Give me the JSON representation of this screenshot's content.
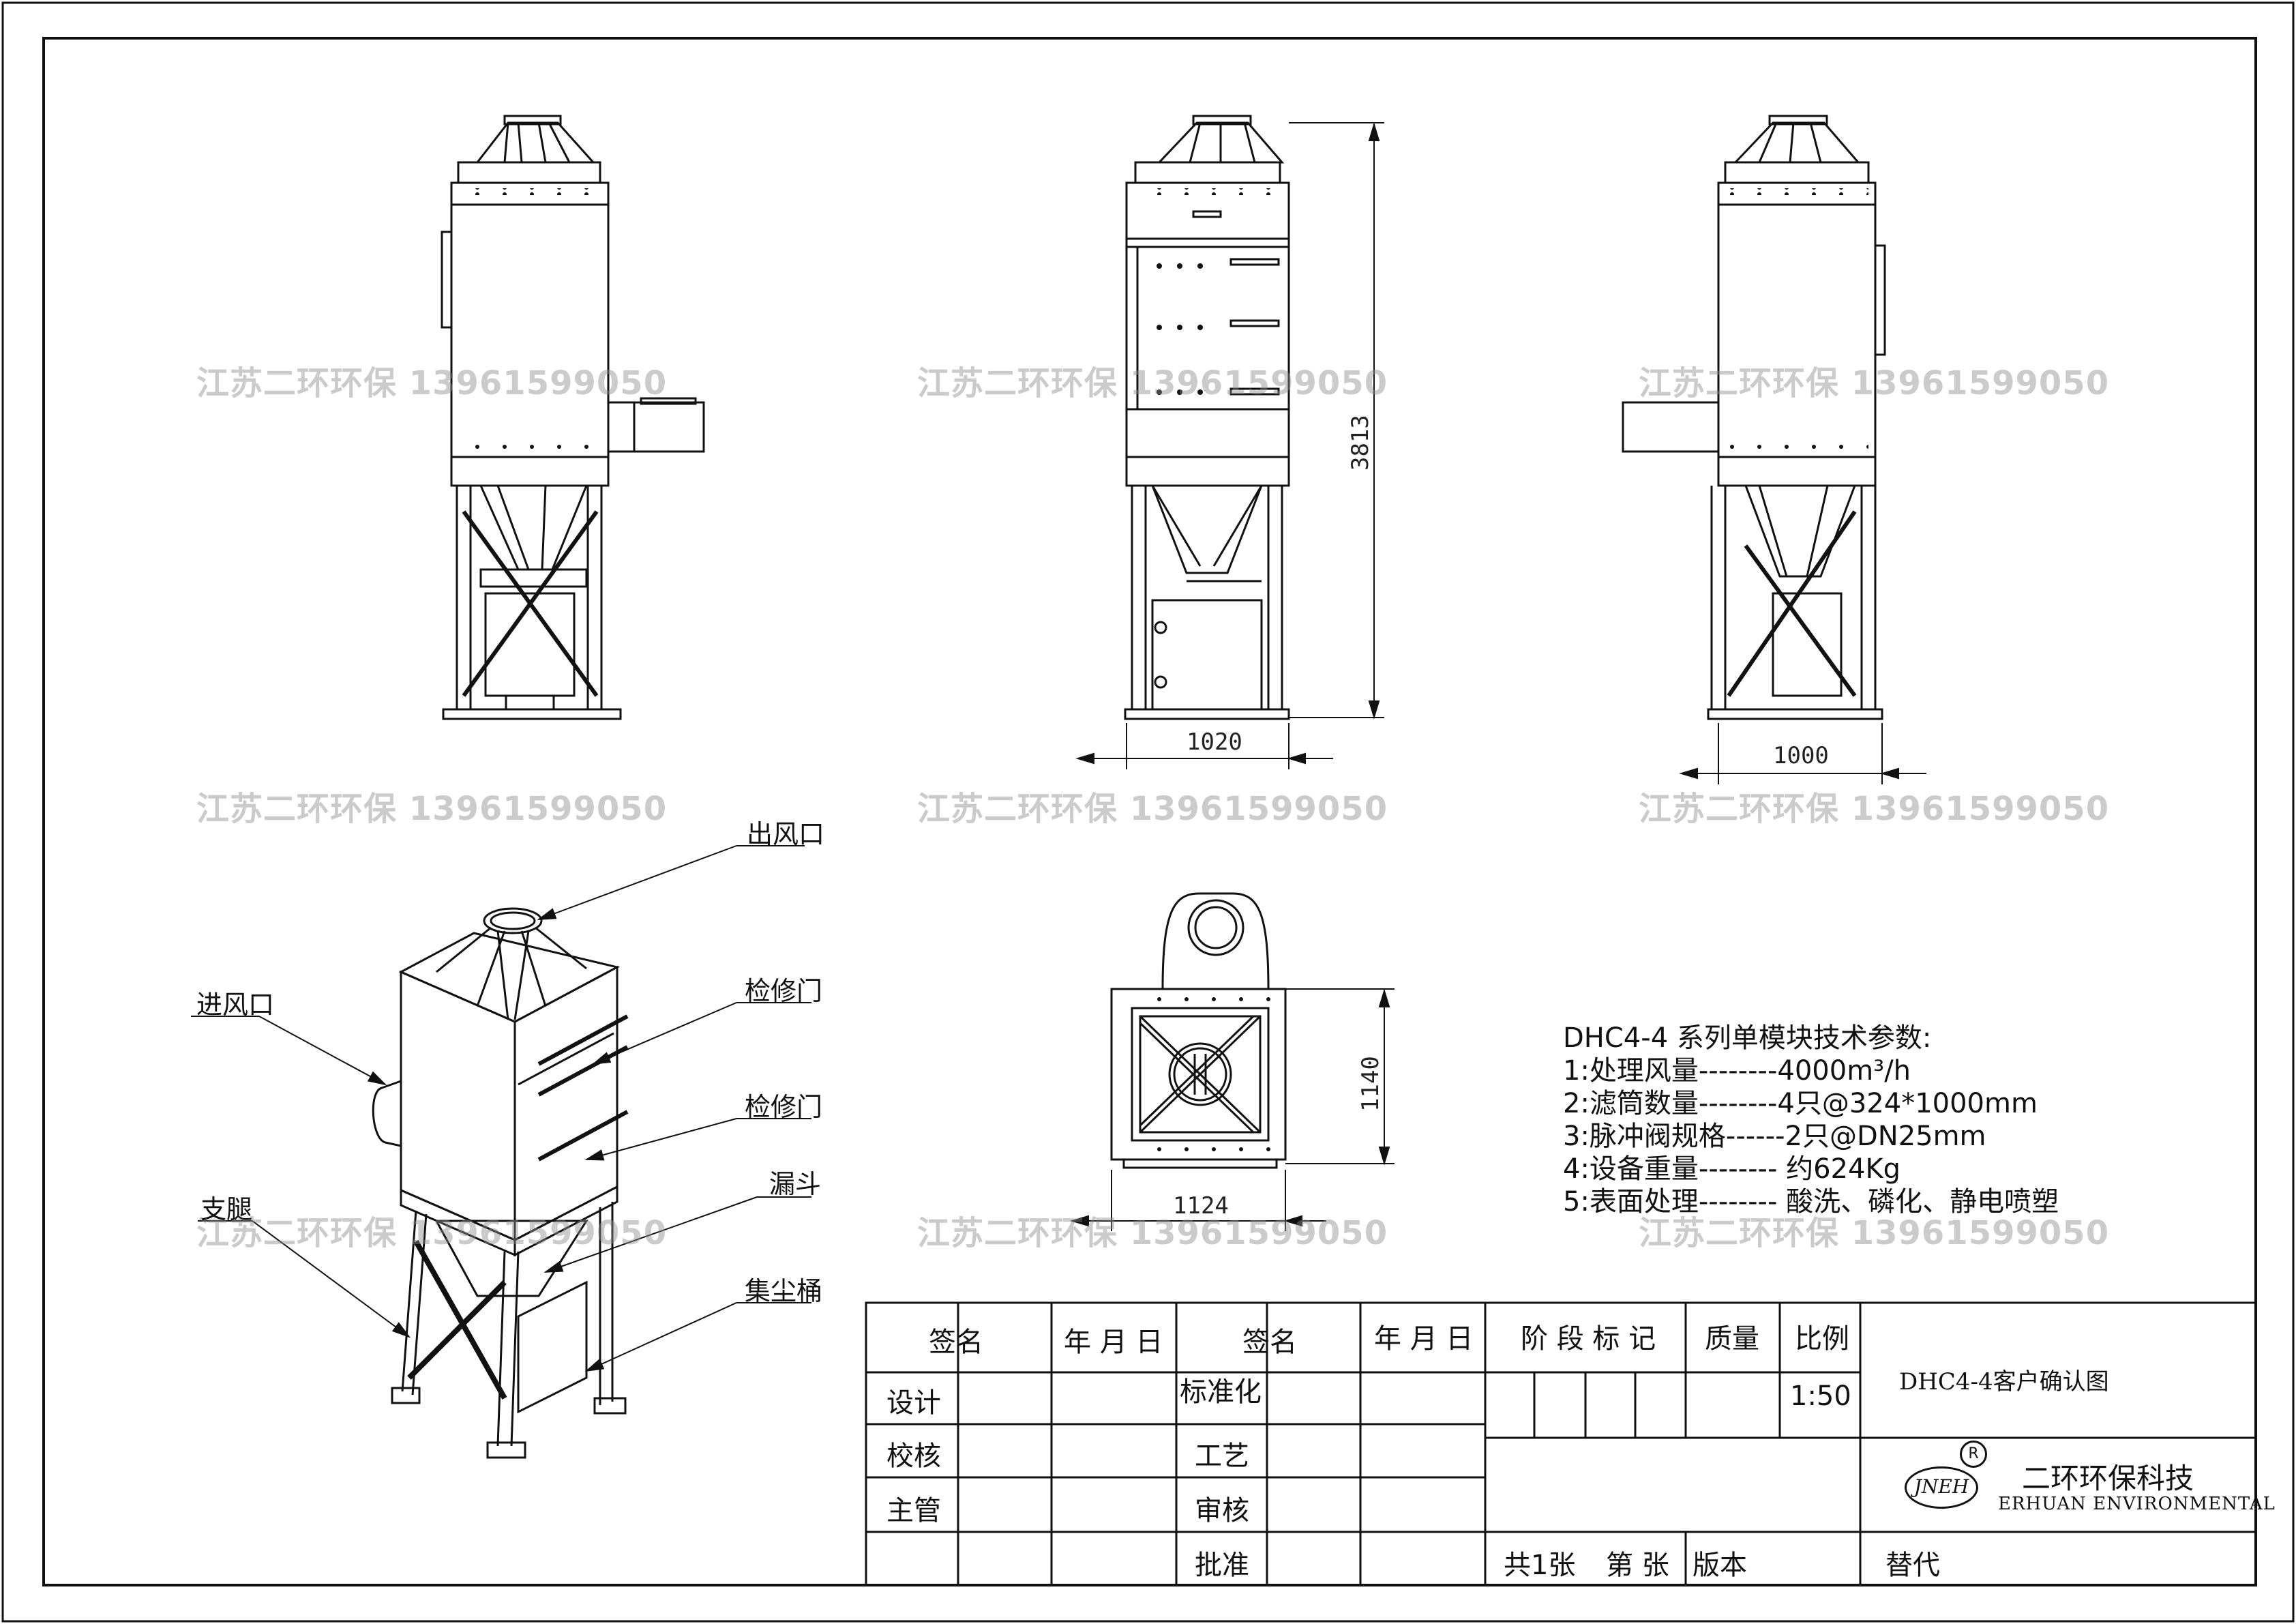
{
  "watermark": "江苏二环环保 13961599050",
  "dimensions": {
    "height": "3813",
    "front_width": "1020",
    "side_width": "1000",
    "top_width": "1124",
    "top_depth": "1140"
  },
  "callouts": {
    "outlet": "出风口",
    "inlet": "进风口",
    "door1": "检修门",
    "door2": "检修门",
    "hopper": "漏斗",
    "leg": "支腿",
    "bin": "集尘桶"
  },
  "specs": {
    "title": "DHC4-4 系列单模块技术参数:",
    "line1": "1:处理风量--------4000m³/h",
    "line2": "2:滤筒数量--------4只@324*1000mm",
    "line3": "3:脉冲阀规格------2只@DN25mm",
    "line4": "4:设备重量-------- 约624Kg",
    "line5": "5:表面处理-------- 酸洗、磷化、静电喷塑"
  },
  "title_block": {
    "sign": "签名",
    "date": "年 月 日",
    "sign2": "签名",
    "date2": "年 月 日",
    "stage_mark": "阶 段 标 记",
    "mass": "质量",
    "scale": "比例",
    "scale_value": "1:50",
    "drawing_title": "DHC4-4客户确认图",
    "design": "设计",
    "check": "校核",
    "manager": "主管",
    "standardize": "标准化",
    "process": "工艺",
    "review": "审核",
    "approve": "批准",
    "total_sheets": "共1张",
    "sheet_no": "第 张",
    "version": "版本",
    "replace": "替代",
    "company_cn": "二环环保科技",
    "company_en": "ERHUAN ENVIRONMENTAL",
    "logo": "JNEH",
    "reg_mark": "R"
  }
}
